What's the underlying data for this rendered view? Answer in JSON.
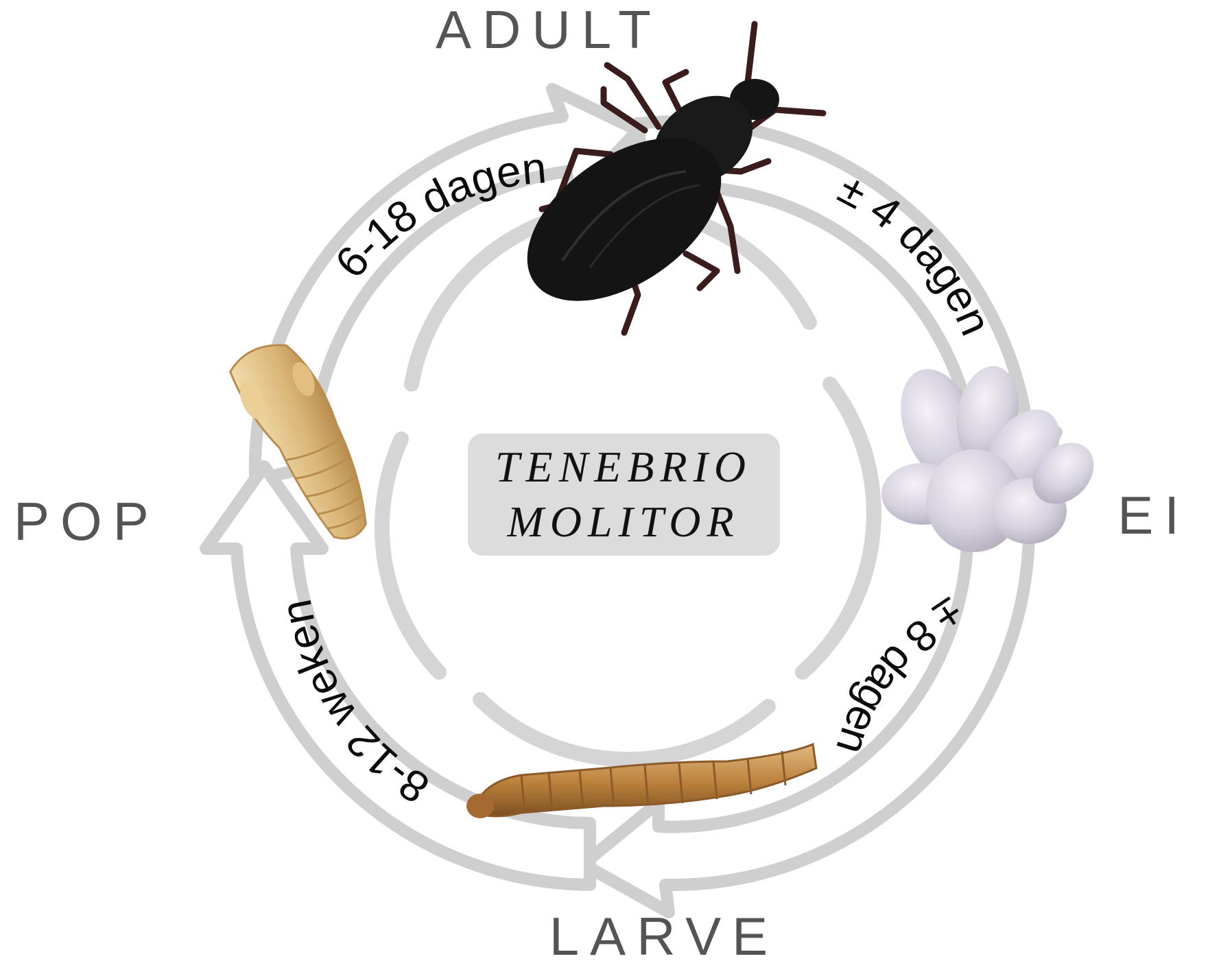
{
  "center": {
    "line1": "TENEBRIO",
    "line2": "MOLITOR"
  },
  "stages": {
    "adult": "ADULT",
    "egg": "EI",
    "larva": "LARVE",
    "pupa": "POP"
  },
  "durations": {
    "adult_to_egg": "± 4 dagen",
    "egg_to_larva": "± 8 dagen",
    "larva_to_pupa": "8-12 weken",
    "pupa_to_adult": "6-18 dagen"
  },
  "colors": {
    "arrow_fill": "#ffffff",
    "arrow_outline": "#cfcfcf",
    "stage_text": "#545454",
    "center_badge": "#dcdcdc"
  },
  "icons": {
    "adult": "beetle-icon",
    "egg": "egg-cluster-icon",
    "larva": "mealworm-icon",
    "pupa": "pupa-icon"
  }
}
